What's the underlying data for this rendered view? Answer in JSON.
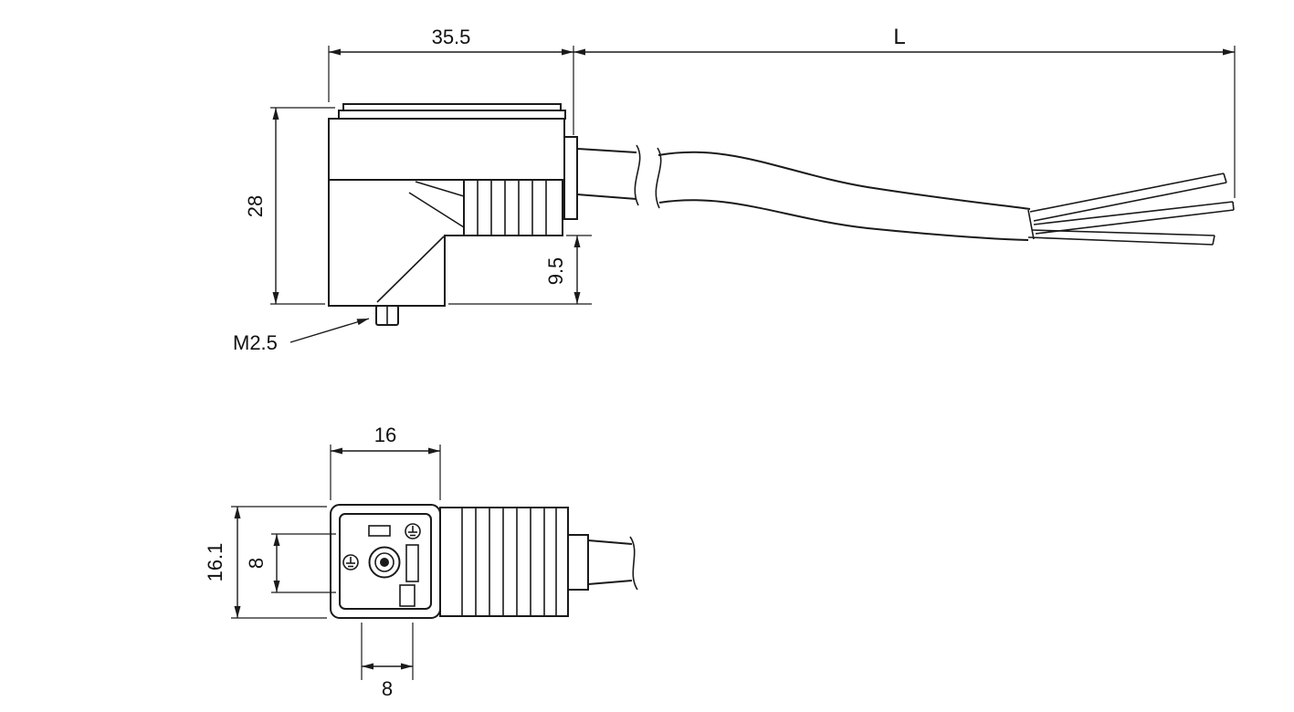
{
  "drawing": {
    "background": "#ffffff",
    "line_color": "#1a1a1a",
    "side_view": {
      "dim_overall_width": "35.5",
      "dim_cable_length": "L",
      "dim_overall_height": "28",
      "dim_cable_exit_height": "9.5",
      "screw_label": "M2.5"
    },
    "front_view": {
      "dim_width": "16",
      "dim_height": "16.1",
      "dim_contact_spacing_vertical": "8",
      "dim_contact_spacing_horizontal": "8"
    }
  }
}
